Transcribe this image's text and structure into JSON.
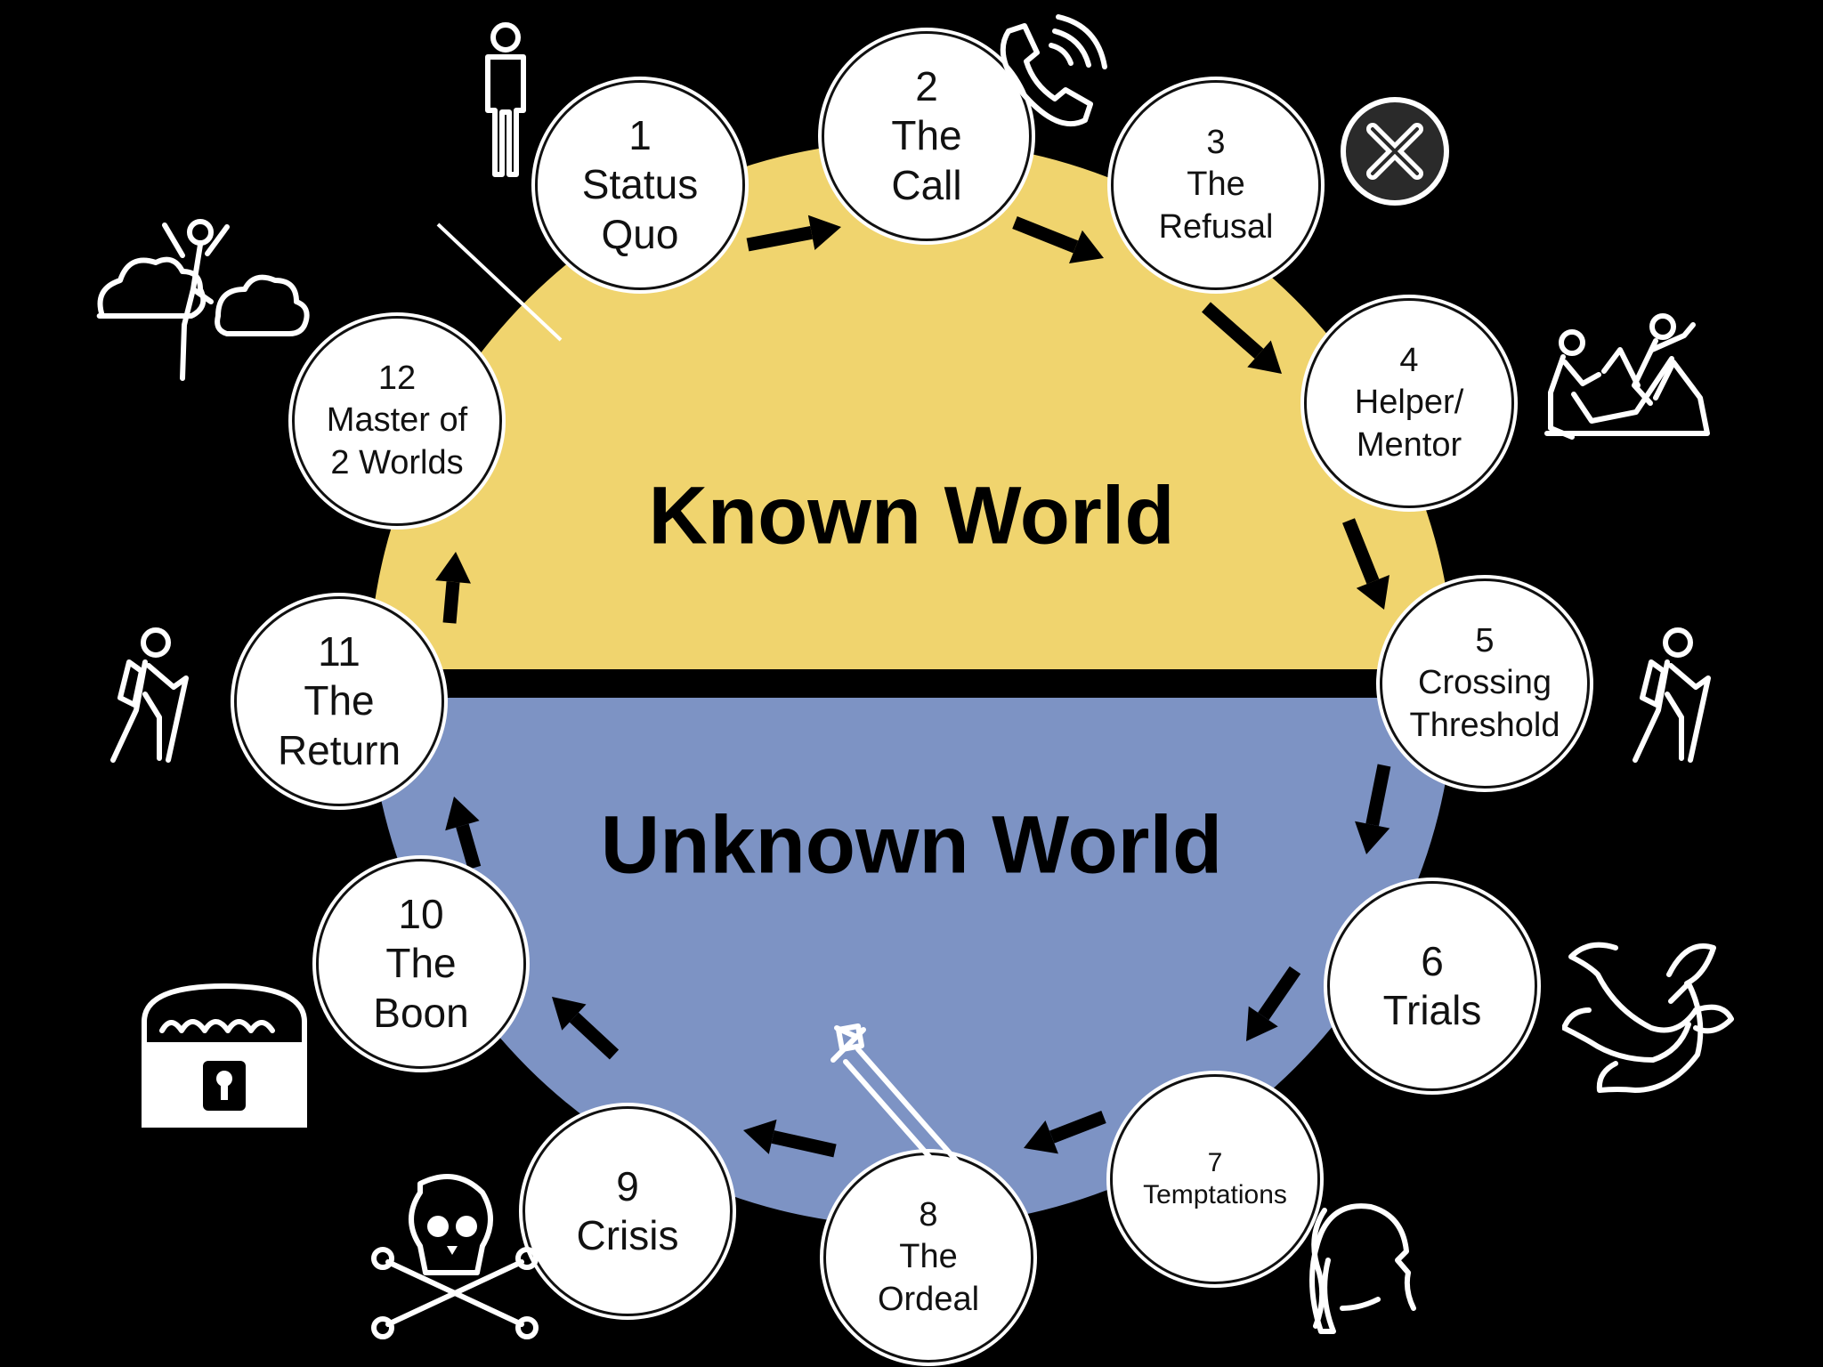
{
  "colors": {
    "background": "#000000",
    "known_world": "#f0d46e",
    "unknown_world": "#7d93c4",
    "divider": "#000000",
    "node_fill": "#ffffff",
    "arrow": "#000000",
    "icon_stroke": "#ffffff"
  },
  "worlds": {
    "known": "Known World",
    "unknown": "Unknown World"
  },
  "stages": [
    {
      "lines": [
        "1",
        "Status",
        "Quo"
      ],
      "icon": "standing-person-icon"
    },
    {
      "lines": [
        "2",
        "The",
        "Call"
      ],
      "icon": "phone-icon"
    },
    {
      "lines": [
        "3",
        "The",
        "Refusal"
      ],
      "icon": "cancel-x-icon"
    },
    {
      "lines": [
        "4",
        "Helper/",
        "Mentor"
      ],
      "icon": "climber-helping-icon"
    },
    {
      "lines": [
        "5",
        "Crossing",
        "Threshold"
      ],
      "icon": "hiker-icon"
    },
    {
      "lines": [
        "6",
        "Trials"
      ],
      "icon": "three-headed-dragon-icon"
    },
    {
      "lines": [
        "7",
        "Temptations"
      ],
      "icon": "woman-profile-icon"
    },
    {
      "lines": [
        "8",
        "The",
        "Ordeal"
      ],
      "icon": "sword-icon"
    },
    {
      "lines": [
        "9",
        "Crisis"
      ],
      "icon": "skull-crossbones-icon"
    },
    {
      "lines": [
        "10",
        "The",
        "Boon"
      ],
      "icon": "treasure-chest-icon"
    },
    {
      "lines": [
        "11",
        "The",
        "Return"
      ],
      "icon": "hiker-icon"
    },
    {
      "lines": [
        "12",
        "Master of",
        "2 Worlds"
      ],
      "icon": "person-on-clouds-icon"
    }
  ]
}
